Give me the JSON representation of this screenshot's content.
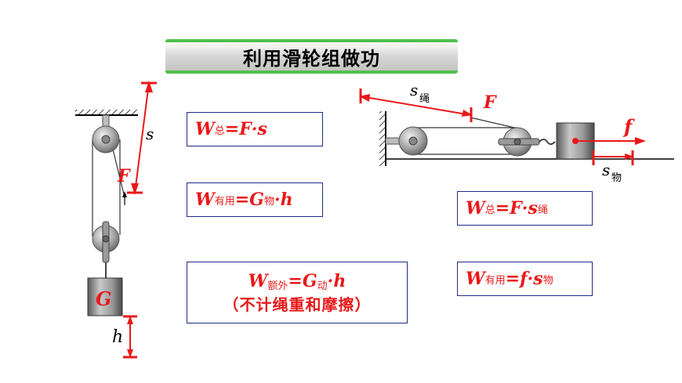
{
  "title": "利用滑轮组做功",
  "left": {
    "labels": {
      "s": "s",
      "F": "F",
      "G": "G",
      "h": "h"
    },
    "formulas": {
      "total": {
        "W": "W",
        "sub": "总",
        "rhs": "=F·s"
      },
      "useful": {
        "W": "W",
        "sub": "有用",
        "eq": "=G",
        "sub2": "物",
        "rhs": "·h"
      },
      "extra": {
        "W": "W",
        "sub": "额外",
        "eq": "=G",
        "sub2": "动",
        "rhs": "·h",
        "note": "（不计绳重和摩擦）"
      }
    }
  },
  "right": {
    "labels": {
      "s_rope": "s",
      "s_rope_sub": "绳",
      "F": "F",
      "f": "f",
      "s_obj": "s",
      "s_obj_sub": "物"
    },
    "formulas": {
      "total": {
        "W": "W",
        "sub": "总",
        "rhs": "=F·s",
        "sub2": "绳"
      },
      "useful": {
        "W": "W",
        "sub": "有用",
        "rhs": "=f·s",
        "sub2": "物"
      }
    }
  },
  "colors": {
    "red": "#e8191a",
    "green": "#4fc04a",
    "box_border": "#1f2a8a"
  }
}
